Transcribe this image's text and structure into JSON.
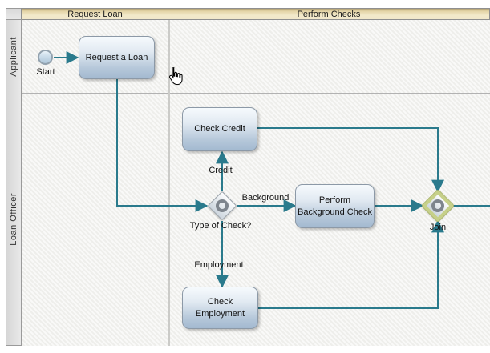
{
  "diagram": {
    "phases": [
      {
        "label": "Request Loan"
      },
      {
        "label": "Perform Checks"
      }
    ],
    "lanes": [
      {
        "label": "Applicant"
      },
      {
        "label": "Loan Officer"
      }
    ],
    "nodes": {
      "start": {
        "type": "start-event",
        "label": "Start"
      },
      "request_loan": {
        "type": "task",
        "label": "Request a Loan"
      },
      "check_credit": {
        "type": "task",
        "label": "Check Credit"
      },
      "type_of_check": {
        "type": "inclusive-gateway",
        "label": "Type of Check?"
      },
      "perform_background_check": {
        "type": "task",
        "label": "Perform\nBackground Check"
      },
      "check_employment": {
        "type": "task",
        "label": "Check\nEmployment"
      },
      "join": {
        "type": "inclusive-gateway",
        "label": "Join",
        "selected": true
      }
    },
    "edges": [
      {
        "from": "start",
        "to": "request_loan"
      },
      {
        "from": "request_loan",
        "to": "type_of_check"
      },
      {
        "from": "type_of_check",
        "to": "check_credit",
        "label": "Credit"
      },
      {
        "from": "type_of_check",
        "to": "perform_background_check",
        "label": "Background"
      },
      {
        "from": "type_of_check",
        "to": "check_employment",
        "label": "Employment"
      },
      {
        "from": "check_credit",
        "to": "join"
      },
      {
        "from": "perform_background_check",
        "to": "join"
      },
      {
        "from": "check_employment",
        "to": "join"
      },
      {
        "from": "join",
        "to": "offscreen-right"
      }
    ],
    "cursor": "hand-pointer",
    "colors": {
      "connector": "#2a7a8c",
      "phase_header_fill": "#f1e8cb",
      "task_gradient_top": "#f6fafd",
      "task_gradient_bottom": "#a3b9d0",
      "gateway_ring": "#7e858d",
      "join_selection_highlight": "#c6d089",
      "lane_strip_fill": "#e0e0e0",
      "lane_background": "#f3f3f0"
    }
  }
}
